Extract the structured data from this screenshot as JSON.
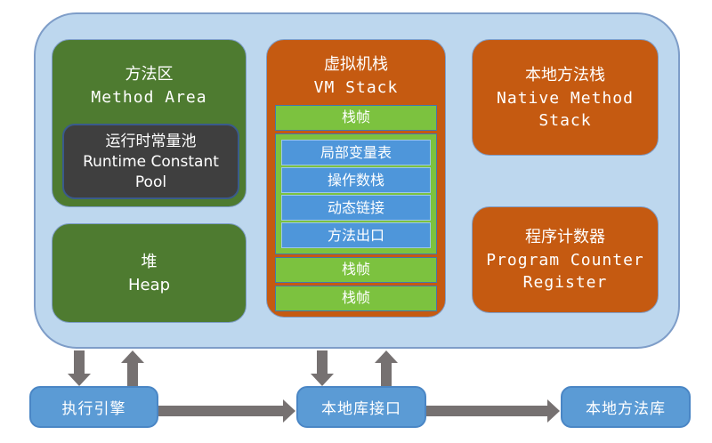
{
  "colors": {
    "canvas_bg": "#ffffff",
    "container_fill": "#BDD7EE",
    "container_border": "#7E9DC8",
    "green_box": "#4E7B30",
    "dark_box": "#3F3F3F",
    "dark_box_border": "#3A5A8C",
    "orange_box": "#C55A11",
    "light_green_bar": "#7CC23F",
    "bar_border": "#4377AD",
    "blue_row": "#4E96DA",
    "blue_row_border": "#9CC7EA",
    "bottom_box": "#5B9BD5",
    "bottom_box_border": "#4A86C5",
    "arrow": "#767171",
    "text": "#FFFFFF"
  },
  "diagram": {
    "method_area": {
      "title_zh": "方法区",
      "title_en": "Method Area"
    },
    "runtime_pool": {
      "title_zh": "运行时常量池",
      "title_en_line1": "Runtime Constant",
      "title_en_line2": "Pool"
    },
    "heap": {
      "title_zh": "堆",
      "title_en": "Heap"
    },
    "vm_stack": {
      "title_zh": "虚拟机栈",
      "title_en": "VM Stack",
      "frames": [
        "栈帧",
        "栈帧",
        "栈帧"
      ],
      "frame_detail": [
        "局部变量表",
        "操作数栈",
        "动态链接",
        "方法出口"
      ]
    },
    "native_method_stack": {
      "title_zh": "本地方法栈",
      "title_en": "Native Method Stack"
    },
    "program_counter": {
      "title_zh": "程序计数器",
      "title_en": "Program Counter Register"
    }
  },
  "bottom": {
    "execution_engine": "执行引擎",
    "native_interface": "本地库接口",
    "native_library": "本地方法库"
  }
}
